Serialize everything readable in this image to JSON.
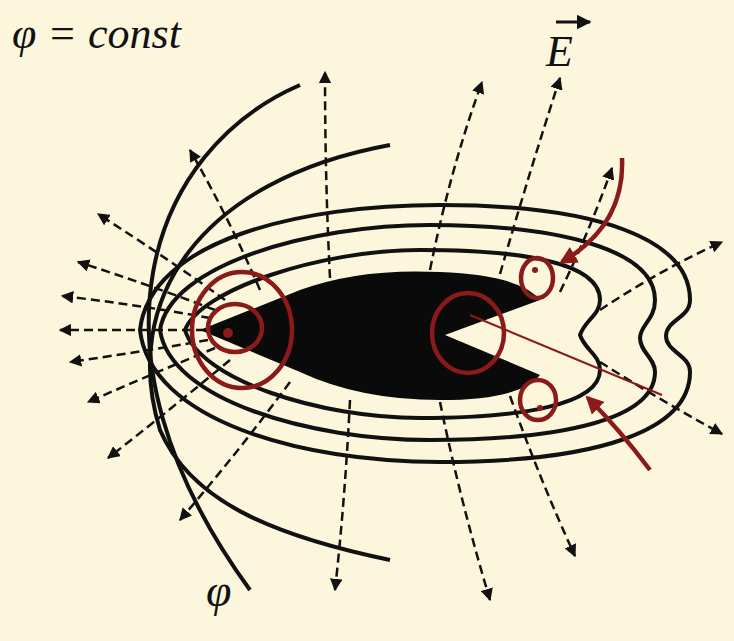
{
  "diagram": {
    "labels": [
      "φ = const",
      "E",
      "φ"
    ]
  }
}
